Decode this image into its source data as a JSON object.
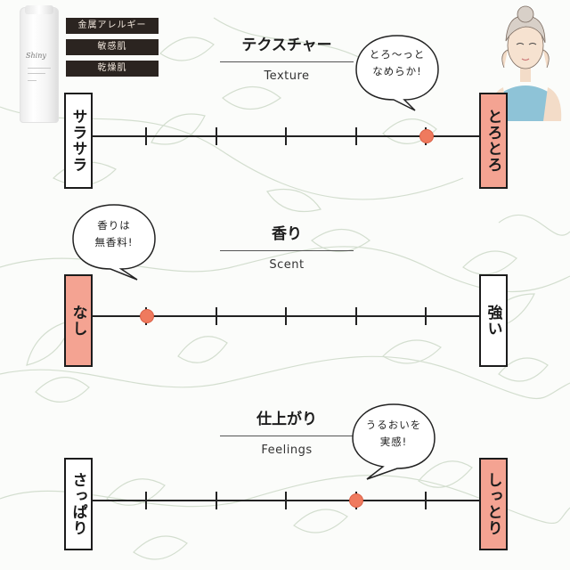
{
  "tags": [
    "金属アレルギー",
    "敏感肌",
    "乾燥肌"
  ],
  "product_logo": "Shiny",
  "sections": [
    {
      "title": "テクスチャー",
      "subtitle": "Texture",
      "left_label": "サラサラ",
      "right_label": "とろとろ",
      "bubble": [
        "とろ〜っと",
        "なめらか!"
      ],
      "highlight": "right",
      "value_step": 5,
      "steps": 6
    },
    {
      "title": "香り",
      "subtitle": "Scent",
      "left_label": "なし",
      "right_label": "強い",
      "bubble": [
        "香りは",
        "無香料!"
      ],
      "highlight": "left",
      "value_step": 1,
      "steps": 6
    },
    {
      "title": "仕上がり",
      "subtitle": "Feelings",
      "left_label": "さっぱり",
      "right_label": "しっとり",
      "bubble": [
        "うるおいを",
        "実感!"
      ],
      "highlight": "right",
      "value_step": 4,
      "steps": 6
    }
  ],
  "colors": {
    "accent": "#ef7a5e",
    "highlight_box": "#f4a392",
    "tag_bg": "#2b2420",
    "leaf": "#c9d6c4"
  }
}
